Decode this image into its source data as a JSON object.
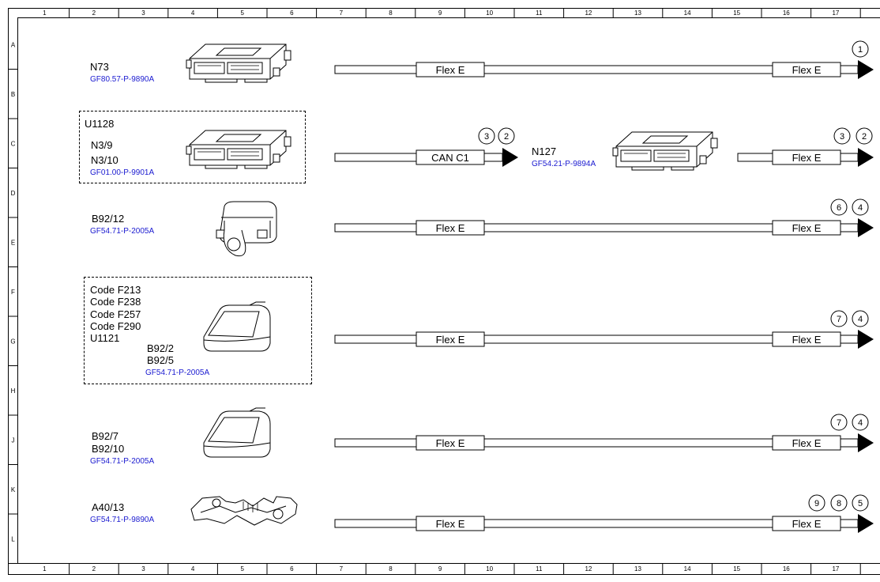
{
  "ruler": {
    "columns": [
      "1",
      "2",
      "3",
      "4",
      "5",
      "6",
      "7",
      "8",
      "9",
      "10",
      "11",
      "12",
      "13",
      "14",
      "15",
      "16",
      "17"
    ],
    "rows": [
      "A",
      "B",
      "C",
      "D",
      "E",
      "F",
      "G",
      "H",
      "J",
      "K",
      "L"
    ]
  },
  "components": {
    "n73": {
      "code": "N73",
      "ref": "GF80.57-P-9890A"
    },
    "n3": {
      "group": "U1128",
      "codes": [
        "N3/9",
        "N3/10"
      ],
      "ref": "GF01.00-P-9901A"
    },
    "n127": {
      "code": "N127",
      "ref": "GF54.21-P-9894A"
    },
    "b92_12": {
      "code": "B92/12",
      "ref": "GF54.71-P-2005A"
    },
    "b92_2": {
      "conditions": [
        "Code F213",
        "Code F238",
        "Code F257",
        "Code F290",
        "U1121"
      ],
      "codes": [
        "B92/2",
        "B92/5"
      ],
      "ref": "GF54.71-P-2005A"
    },
    "b92_7": {
      "codes": [
        "B92/7",
        "B92/10"
      ],
      "ref": "GF54.71-P-2005A"
    },
    "a40_13": {
      "code": "A40/13",
      "ref": "GF54.71-P-9890A"
    }
  },
  "buses": [
    {
      "start": "Flex E",
      "end": "Flex E",
      "markers": [
        "1"
      ]
    },
    {
      "start": "CAN C1",
      "markers": [
        "3",
        "2"
      ],
      "end": "Flex E",
      "end_markers": [
        "3",
        "2"
      ]
    },
    {
      "start": "Flex E",
      "end": "Flex E",
      "markers": [
        "6",
        "4"
      ]
    },
    {
      "start": "Flex E",
      "end": "Flex E",
      "markers": [
        "7",
        "4"
      ]
    },
    {
      "start": "Flex E",
      "end": "Flex E",
      "markers": [
        "7",
        "4"
      ]
    },
    {
      "start": "Flex E",
      "end": "Flex E",
      "markers": [
        "9",
        "8",
        "5"
      ]
    }
  ],
  "colors": {
    "reference_text": "#1a1ad0",
    "line": "#000000"
  }
}
